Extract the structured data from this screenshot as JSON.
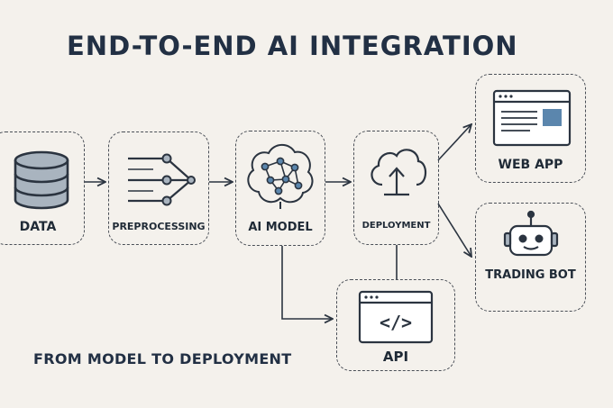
{
  "title": "END-TO-END AI INTEGRATION",
  "subtitle": "FROM MODEL TO DEPLOYMENT",
  "nodes": {
    "data": {
      "label": "DATA",
      "icon": "database-icon"
    },
    "preprocessing": {
      "label": "PREPROCESSING",
      "icon": "pipeline-merge-icon"
    },
    "ai_model": {
      "label": "AI MODEL",
      "icon": "brain-network-icon"
    },
    "deployment": {
      "label": "DEPLOYMENT",
      "icon": "cloud-upload-icon"
    },
    "web_app": {
      "label": "WEB APP",
      "icon": "browser-window-icon"
    },
    "trading_bot": {
      "label": "TRADING BOT",
      "icon": "robot-icon"
    },
    "api": {
      "label": "API",
      "icon": "code-window-icon"
    }
  },
  "api_code_glyph": "</>",
  "colors": {
    "background": "#f4f1ec",
    "ink": "#2b3440",
    "icon_fill": "#a9b4bf",
    "accent_blue": "#5b86ad"
  }
}
